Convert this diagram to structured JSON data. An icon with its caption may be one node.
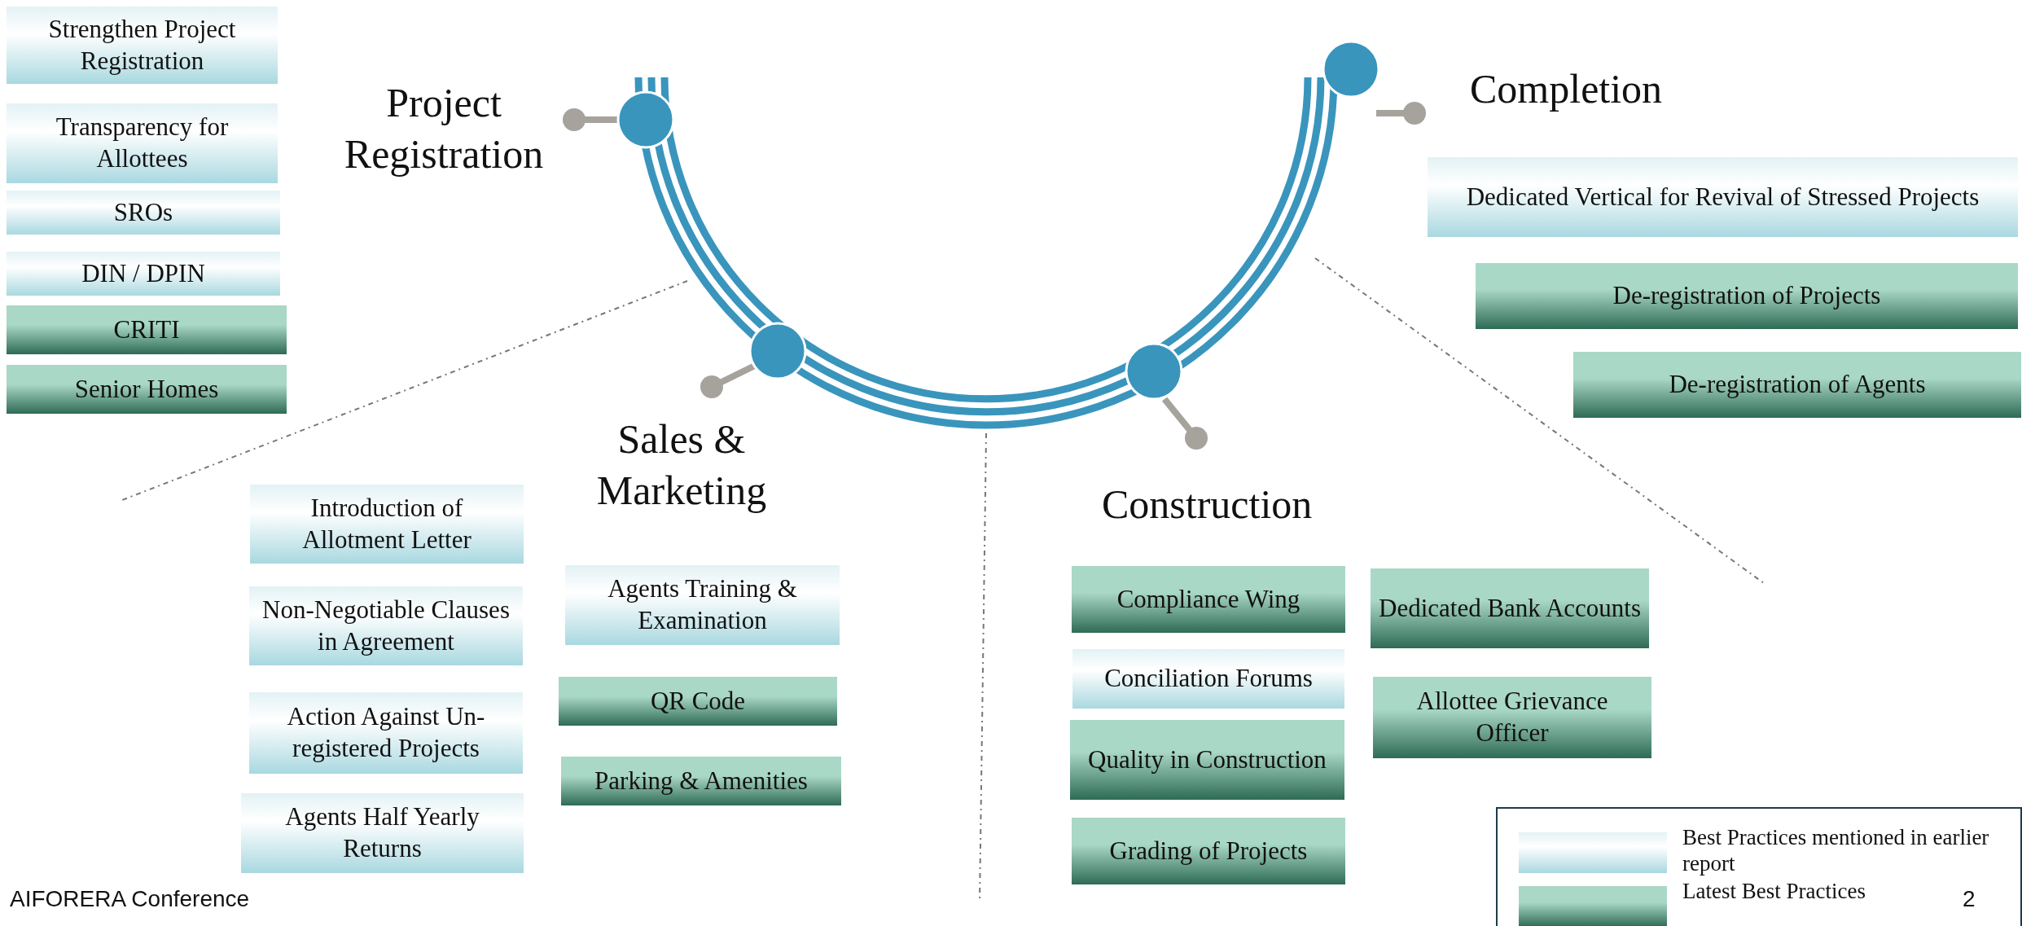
{
  "diagram": {
    "nodes": [
      {
        "text": [
          "Strengthen Project Registration"
        ]
      },
      {
        "text": [
          "Transparency for Allottees"
        ]
      },
      {
        "text": [
          "SROs"
        ]
      },
      {
        "text": [
          "DIN / DPIN"
        ]
      },
      {
        "text": [
          "CRITI"
        ]
      },
      {
        "text": [
          "Senior Homes"
        ]
      },
      {
        "text": [
          "Dedicated Vertical for Revival of Stressed Projects"
        ]
      },
      {
        "text": [
          "De-registration of Projects"
        ]
      },
      {
        "text": [
          "De-registration of Agents"
        ]
      },
      {
        "text": [
          "Introduction of Allotment Letter"
        ]
      },
      {
        "text": [
          "Non-Negotiable Clauses in Agreement"
        ]
      },
      {
        "text": [
          "Action Against Un-registered Projects"
        ]
      },
      {
        "text": [
          "Agents Half Yearly Returns"
        ]
      },
      {
        "text": [
          "Agents Training & Examination"
        ]
      },
      {
        "text": [
          "QR Code"
        ]
      },
      {
        "text": [
          "Parking & Amenities"
        ]
      },
      {
        "text": [
          "Compliance Wing"
        ]
      },
      {
        "text": [
          "Conciliation Forums"
        ]
      },
      {
        "text": [
          "Quality in Construction"
        ]
      },
      {
        "text": [
          "Grading of Projects"
        ]
      },
      {
        "text": [
          "Dedicated Bank Accounts"
        ]
      },
      {
        "text": [
          "Allottee Grievance Officer"
        ]
      }
    ],
    "edges": [],
    "labels": [
      "Project Registration",
      "Completion",
      "Sales & Marketing",
      "Construction",
      "AIFORERA Conference",
      "2"
    ],
    "legend": [
      {
        "text": "Best Practices mentioned in earlier report",
        "color": "#a9d8e0"
      },
      {
        "text": "Latest Best Practices",
        "color": "#2e6b55"
      }
    ]
  }
}
